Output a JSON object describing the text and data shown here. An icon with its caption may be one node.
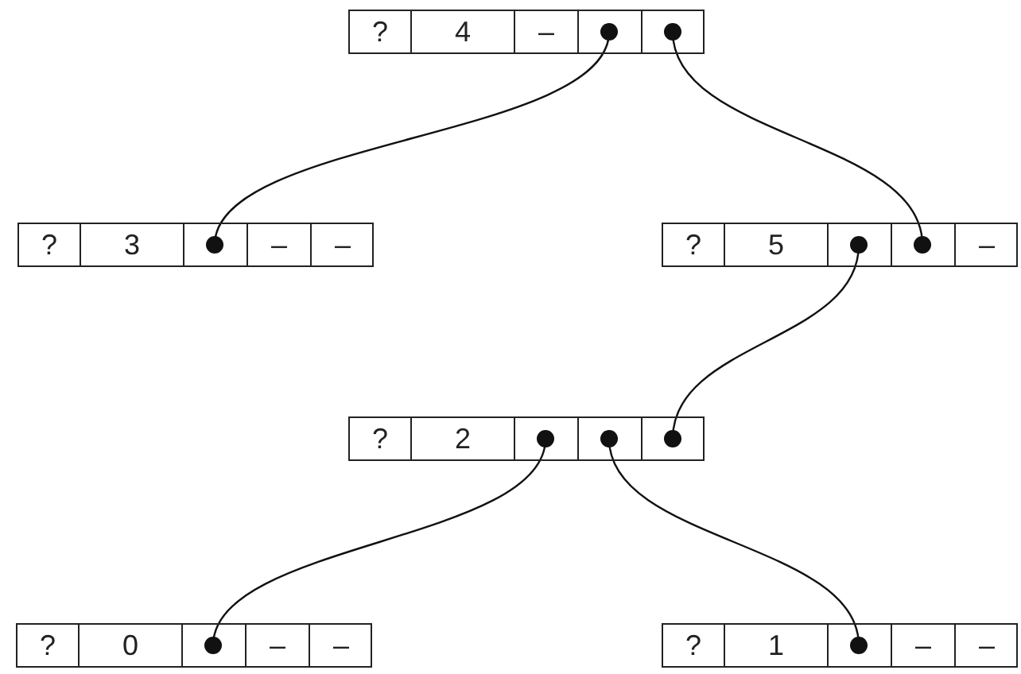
{
  "diagram": {
    "nodes": [
      {
        "text": [],
        "shape": "box"
      },
      {
        "text": [
          "?"
        ],
        "in": 0
      },
      {
        "text": [
          "4"
        ],
        "in": 0
      },
      {
        "text": [
          "–"
        ],
        "in": 0
      },
      {
        "text": [],
        "shape": "box",
        "in": 0
      },
      {
        "text": [],
        "shape": "box",
        "in": 0
      },
      {
        "text": [],
        "shape": "box"
      },
      {
        "text": [
          "?"
        ],
        "in": 6
      },
      {
        "text": [
          "3"
        ],
        "in": 6
      },
      {
        "text": [],
        "shape": "box",
        "in": 6
      },
      {
        "text": [
          "–"
        ],
        "in": 6
      },
      {
        "text": [
          "–"
        ],
        "in": 6
      },
      {
        "text": [],
        "shape": "box"
      },
      {
        "text": [
          "?"
        ],
        "in": 12
      },
      {
        "text": [
          "5"
        ],
        "in": 12
      },
      {
        "text": [],
        "shape": "box",
        "in": 12
      },
      {
        "text": [],
        "shape": "box",
        "in": 12
      },
      {
        "text": [
          "–"
        ],
        "in": 12
      },
      {
        "text": [],
        "shape": "box"
      },
      {
        "text": [
          "?"
        ],
        "in": 18
      },
      {
        "text": [
          "2"
        ],
        "in": 18
      },
      {
        "text": [],
        "shape": "box",
        "in": 18
      },
      {
        "text": [],
        "shape": "box",
        "in": 18
      },
      {
        "text": [],
        "shape": "box",
        "in": 18
      },
      {
        "text": [],
        "shape": "box"
      },
      {
        "text": [
          "?"
        ],
        "in": 24
      },
      {
        "text": [
          "0"
        ],
        "in": 24
      },
      {
        "text": [],
        "shape": "box",
        "in": 24
      },
      {
        "text": [
          "–"
        ],
        "in": 24
      },
      {
        "text": [
          "–"
        ],
        "in": 24
      },
      {
        "text": [],
        "shape": "box"
      },
      {
        "text": [
          "?"
        ],
        "in": 30
      },
      {
        "text": [
          "1"
        ],
        "in": 30
      },
      {
        "text": [],
        "shape": "box",
        "in": 30
      },
      {
        "text": [
          "–"
        ],
        "in": 30
      },
      {
        "text": [
          "–"
        ],
        "in": 30
      }
    ],
    "edges": [
      {
        "from": 4,
        "to": 9,
        "arrow": "other"
      },
      {
        "from": 5,
        "to": 16,
        "arrow": "other"
      },
      {
        "from": 15,
        "to": 23,
        "arrow": "other"
      },
      {
        "from": 21,
        "to": 27,
        "arrow": "other"
      },
      {
        "from": 22,
        "to": 33,
        "arrow": "other"
      }
    ]
  }
}
